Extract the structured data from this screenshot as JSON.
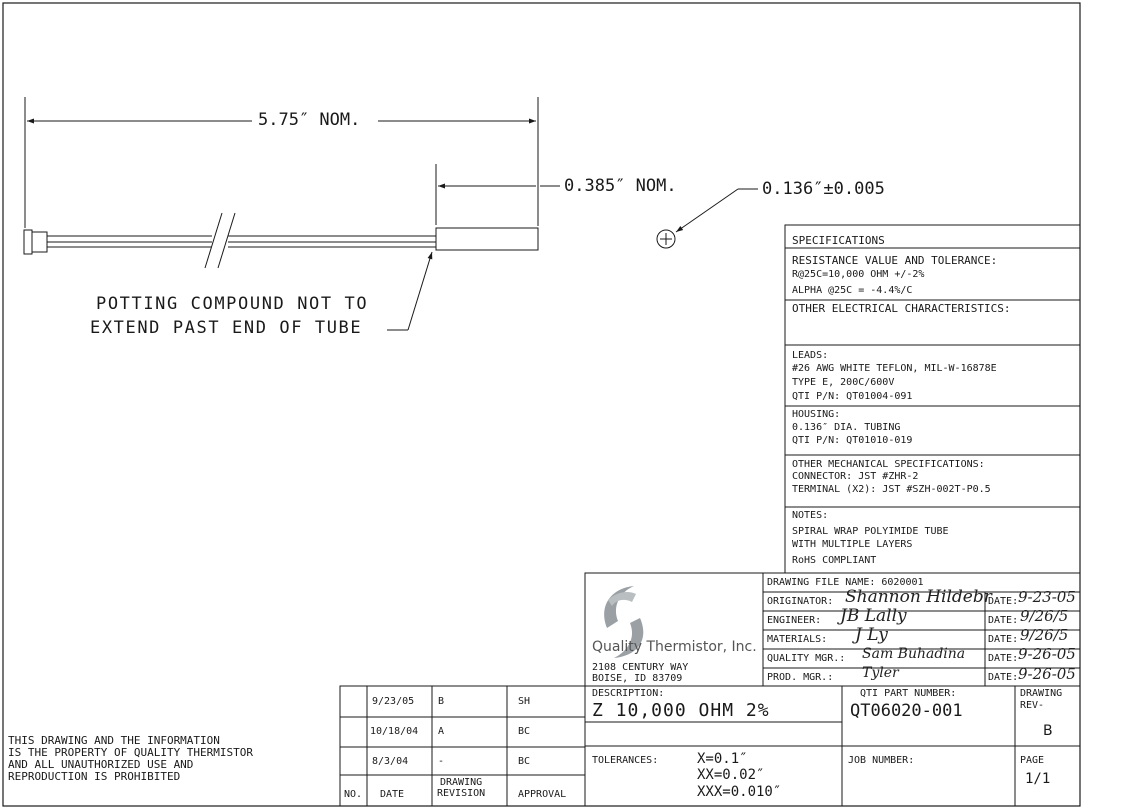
{
  "drawing": {
    "dim_overall": "5.75″ NOM.",
    "dim_tube": "0.385″ NOM.",
    "dim_diameter": "0.136″±0.005",
    "note_line1": "POTTING COMPOUND NOT TO",
    "note_line2": "EXTEND PAST END OF TUBE"
  },
  "specs": {
    "title": "SPECIFICATIONS",
    "resistance_header": "RESISTANCE VALUE AND TOLERANCE:",
    "resistance_value": "R@25C=10,000 OHM +/-2%",
    "alpha": "ALPHA @25C = -4.4%/C",
    "other_electrical": "OTHER ELECTRICAL CHARACTERISTICS:",
    "leads_header": "LEADS:",
    "leads_line1": "#26 AWG WHITE TEFLON, MIL-W-16878E",
    "leads_line2": "TYPE E, 200C/600V",
    "leads_line3": "QTI P/N: QT01004-091",
    "housing_header": "HOUSING:",
    "housing_line1": "0.136″ DIA. TUBING",
    "housing_line2": "QTI P/N: QT01010-019",
    "mech_header": "OTHER MECHANICAL SPECIFICATIONS:",
    "mech_line1": "CONNECTOR: JST #ZHR-2",
    "mech_line2": "TERMINAL (X2): JST #SZH-002T-P0.5",
    "notes_header": "NOTES:",
    "notes_line1": "SPIRAL WRAP POLYIMIDE TUBE",
    "notes_line2": "WITH MULTIPLE LAYERS",
    "notes_line3": "RoHS COMPLIANT"
  },
  "company": {
    "name": "Quality Thermistor, Inc.",
    "address1": "2108 CENTURY WAY",
    "address2": "BOISE, ID 83709"
  },
  "signoff": {
    "file_label": "DRAWING FILE NAME: 6020001",
    "originator_label": "ORIGINATOR:",
    "originator_sig": "Shannon Hildebr",
    "originator_date_label": "DATE:",
    "originator_date": "9-23-05",
    "engineer_label": "ENGINEER:",
    "engineer_sig": "JB Lally",
    "engineer_date_label": "DATE:",
    "engineer_date": "9/26/5",
    "materials_label": "MATERIALS:",
    "materials_sig": "J Ly",
    "materials_date_label": "DATE:",
    "materials_date": "9/26/5",
    "quality_label": "QUALITY MGR.:",
    "quality_sig": "Sam Buhadina",
    "quality_date_label": "DATE:",
    "quality_date": "9-26-05",
    "prod_label": "PROD. MGR.:",
    "prod_sig": "Tyler",
    "prod_date_label": "DATE:",
    "prod_date": "9-26-05"
  },
  "title_block": {
    "description_label": "DESCRIPTION:",
    "description_value": "Z 10,000 OHM 2%",
    "part_label": "QTI PART NUMBER:",
    "part_value": "QT06020-001",
    "rev_label1": "DRAWING",
    "rev_label2": "REV-",
    "rev_value": "B",
    "tolerances_label": "TOLERANCES:",
    "tol_x": "X=0.1″",
    "tol_xx": "XX=0.02″",
    "tol_xxx": "XXX=0.010″",
    "job_label": "JOB NUMBER:",
    "page_label": "PAGE",
    "page_value": "1/1"
  },
  "revisions": {
    "rows": [
      {
        "date": "9/23/05",
        "rev": "B",
        "approval": "SH"
      },
      {
        "date": "10/18/04",
        "rev": "A",
        "approval": "BC"
      },
      {
        "date": "8/3/04",
        "rev": "-",
        "approval": "BC"
      }
    ],
    "col_no": "NO.",
    "col_date": "DATE",
    "col_rev1": "DRAWING",
    "col_rev2": "REVISION",
    "col_approval": "APPROVAL"
  },
  "proprietary": {
    "line1": "THIS DRAWING AND THE INFORMATION",
    "line2": "IS THE PROPERTY OF QUALITY THERMISTOR",
    "line3": "AND ALL UNAUTHORIZED USE AND",
    "line4": "REPRODUCTION IS PROHIBITED"
  },
  "colors": {
    "ink": "#1a1a1a",
    "paper": "#ffffff",
    "logo_gray": "#9aa0a4"
  }
}
